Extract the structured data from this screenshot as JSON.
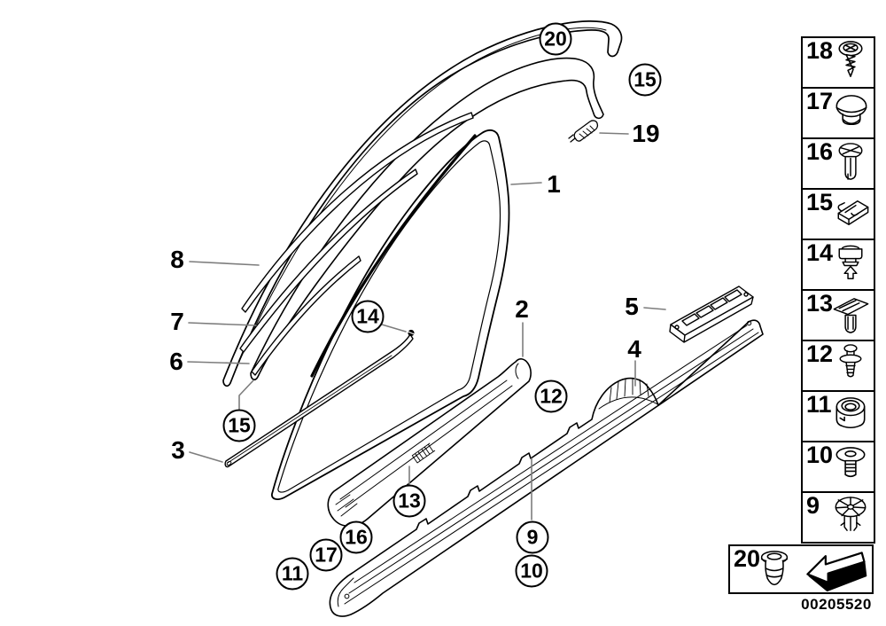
{
  "colors": {
    "line": "#000000",
    "leader": "#7d7d7d",
    "background": "#ffffff"
  },
  "diagram": {
    "plain_callouts": [
      {
        "label": "1"
      },
      {
        "label": "2"
      },
      {
        "label": "3"
      },
      {
        "label": "4"
      },
      {
        "label": "5"
      },
      {
        "label": "6"
      },
      {
        "label": "7"
      },
      {
        "label": "8"
      },
      {
        "label": "19"
      }
    ],
    "circled_callouts": [
      {
        "label": "20"
      },
      {
        "label": "15"
      },
      {
        "label": "14"
      },
      {
        "label": "15"
      },
      {
        "label": "12"
      },
      {
        "label": "13"
      },
      {
        "label": "16"
      },
      {
        "label": "17"
      },
      {
        "label": "11"
      },
      {
        "label": "9"
      },
      {
        "label": "10"
      }
    ]
  },
  "sidebar": {
    "items": [
      {
        "number": "18",
        "icon": "phillips-screw"
      },
      {
        "number": "17",
        "icon": "blind-plug"
      },
      {
        "number": "16",
        "icon": "expanding-rivet"
      },
      {
        "number": "15",
        "icon": "clamp"
      },
      {
        "number": "14",
        "icon": "body-clip"
      },
      {
        "number": "13",
        "icon": "trim-clip"
      },
      {
        "number": "12",
        "icon": "pin-rivet"
      },
      {
        "number": "11",
        "icon": "grommet-nut"
      },
      {
        "number": "10",
        "icon": "washer-screw"
      },
      {
        "number": "9",
        "icon": "spring-nut"
      }
    ]
  },
  "legend": {
    "item_number": "20",
    "icon": "grommet"
  },
  "footer": {
    "doc_number": "00205520"
  }
}
